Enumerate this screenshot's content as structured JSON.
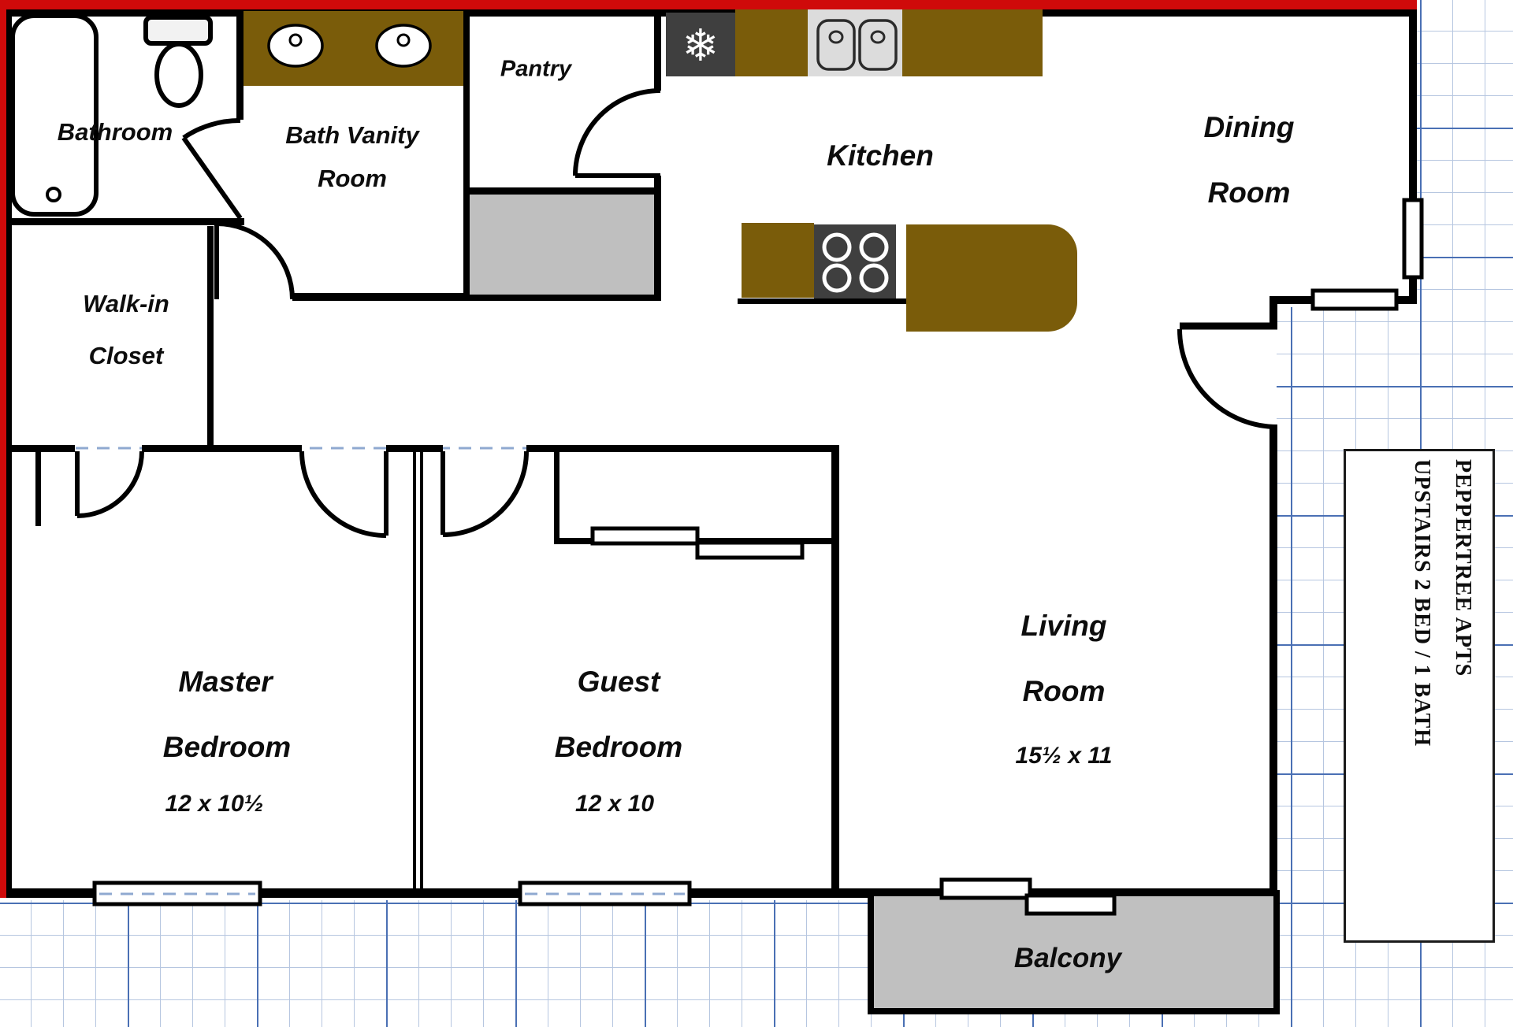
{
  "sidebar": {
    "line1": "PEPPERTREE APTS",
    "line2": "UPSTAIRS 2 BED / 1 BATH"
  },
  "rooms": {
    "bathroom": {
      "label": "Bathroom"
    },
    "bath_vanity": {
      "line1": "Bath Vanity",
      "line2": "Room"
    },
    "pantry": {
      "label": "Pantry"
    },
    "kitchen": {
      "label": "Kitchen"
    },
    "dining": {
      "line1": "Dining",
      "line2": "Room"
    },
    "walk_in_closet": {
      "line1": "Walk-in",
      "line2": "Closet"
    },
    "master": {
      "line1": "Master",
      "line2": "Bedroom",
      "dims": "12 x 10½"
    },
    "guest": {
      "line1": "Guest",
      "line2": "Bedroom",
      "dims": "12 x 10"
    },
    "living": {
      "line1": "Living",
      "line2": "Room",
      "dims": "15½ x 11"
    },
    "balcony": {
      "label": "Balcony"
    }
  },
  "icons": {
    "fridge": "❄"
  },
  "colors": {
    "counter_brown": "#7a5c0a",
    "appliance_dark": "#3f3f3f",
    "sink_gray": "#dcdcdc",
    "utility_gray": "#bfbfbf",
    "balcony_gray": "#c0c0c0",
    "border_red": "#cf0a0a",
    "wall_black": "#000000",
    "grid_minor": "#b6c6e0",
    "grid_major": "#4a70b4"
  }
}
